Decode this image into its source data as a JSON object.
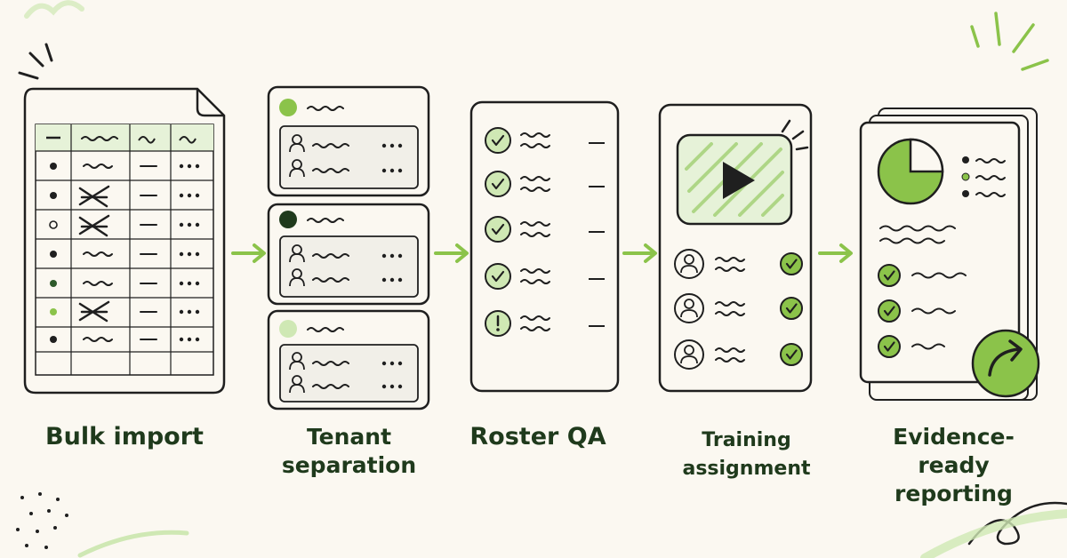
{
  "steps": [
    {
      "id": "bulk-import",
      "label": "Bulk import"
    },
    {
      "id": "tenant-separation",
      "label": "Tenant separation"
    },
    {
      "id": "roster-qa",
      "label": "Roster QA"
    },
    {
      "id": "training-assignment",
      "label": "Training assignment"
    },
    {
      "id": "evidence-ready-reporting",
      "label": "Evidence-ready reporting"
    }
  ],
  "colors": {
    "ink": "#1f1f1f",
    "accent_green": "#8bc34a",
    "light_green": "#cfe8b4",
    "pale_green": "#e6f2d8",
    "dark_green": "#1f3a1c",
    "background": "#fbf8f1"
  },
  "icons": [
    "spreadsheet-icon",
    "arrow-right-icon",
    "user-icon",
    "check-circle-icon",
    "warning-circle-icon",
    "play-icon",
    "pie-chart-icon",
    "share-arrow-icon"
  ]
}
